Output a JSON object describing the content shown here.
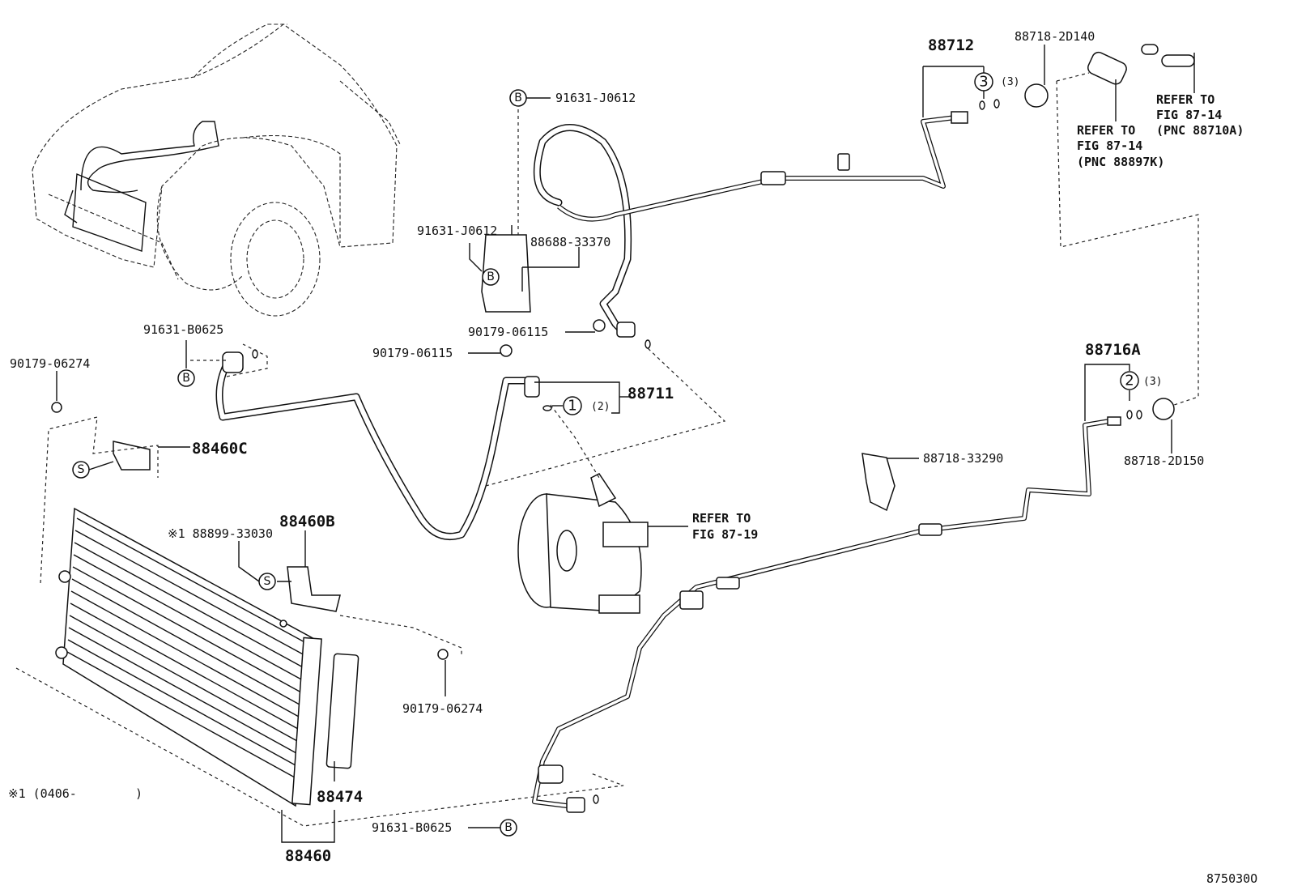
{
  "diagram": {
    "figure_id": "875030O",
    "footnote": "※1 (0406-        )",
    "labels": {
      "p88712": "88712",
      "p88718_2D140": "88718-2D140",
      "p91631_J0612_top": "91631-J0612",
      "p91631_J0612_mid": "91631-J0612",
      "p88688_33370": "88688-33370",
      "p90179_06115_a": "90179-06115",
      "p90179_06115_b": "90179-06115",
      "p91631_B0625_top": "91631-B0625",
      "p90179_06274_left": "90179-06274",
      "p88460C": "88460C",
      "p88899_33030": "※1 88899-33030",
      "p88460B": "88460B",
      "p88711": "88711",
      "p88716A": "88716A",
      "p88718_2D150": "88718-2D150",
      "p88718_33290": "88718-33290",
      "p90179_06274_mid": "90179-06274",
      "p88474": "88474",
      "p88460": "88460",
      "p91631_B0625_bot": "91631-B0625"
    },
    "qty": {
      "q3a": "(3)",
      "q3b": "(3)",
      "q2": "(2)"
    },
    "circles": {
      "B": "B",
      "S": "S",
      "n1": "1",
      "n2": "2",
      "n3": "3"
    },
    "refs": {
      "ref_a_l1": "REFER TO",
      "ref_a_l2": "FIG 87-14",
      "ref_a_l3": "(PNC 88710A)",
      "ref_b_l1": "REFER TO",
      "ref_b_l2": "FIG 87-14",
      "ref_b_l3": "(PNC 88897K)",
      "ref_c_l1": "REFER TO",
      "ref_c_l2": "FIG 87-19"
    }
  }
}
